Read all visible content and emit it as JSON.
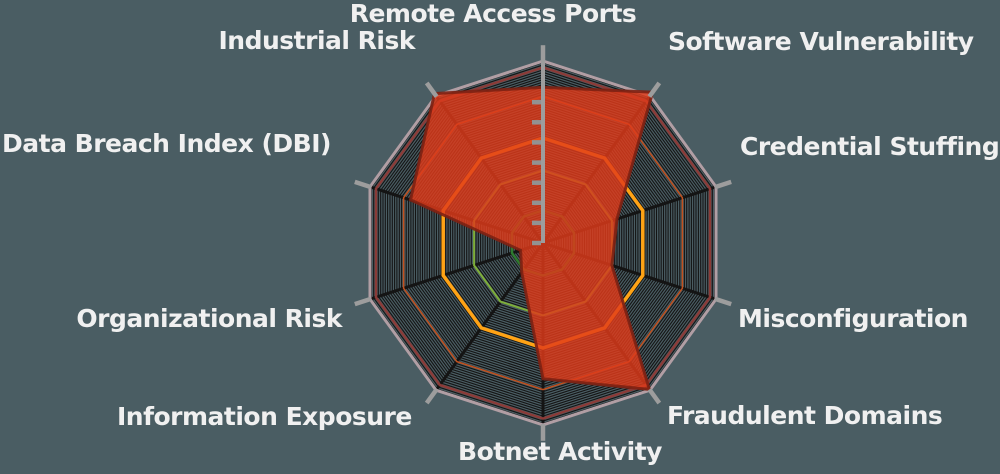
{
  "page": {
    "background_color": "#4A5D63",
    "label_color": "#F0F0F0"
  },
  "chart_data": {
    "type": "radar",
    "title": "",
    "categories": [
      "Remote Access Ports",
      "Software Vulnerability",
      "Credential Stuffing",
      "Misconfiguration",
      "Fraudulent Domains",
      "Botnet Activity",
      "Information Exposure",
      "Organizational Risk",
      "Data Breach Index (DBI)",
      "Industrial Risk"
    ],
    "values": [
      86,
      103,
      43,
      40,
      100,
      75,
      20,
      13,
      77,
      102
    ],
    "ylim": [
      0,
      100
    ],
    "axis_start": "top",
    "direction": "clockwise",
    "series_color": "#E03A1A",
    "series_opacity": 0.82,
    "series_stroke": "#7D2113",
    "grid": {
      "inner": 0.025,
      "step": 0.0135,
      "color": "#141414",
      "line_width": 1.1,
      "spoke_color": "#141414",
      "spoke_width": 3
    },
    "reference_rings": [
      {
        "name": "outer-maroon-ring",
        "level": 97,
        "color": "#8A3B38",
        "width": 2.5
      },
      {
        "name": "red-orange-ring",
        "level": 81,
        "color": "#C2511F",
        "width": 1.5
      },
      {
        "name": "amber-ring",
        "level": 58,
        "color": "#FFA315",
        "width": 3.5
      },
      {
        "name": "light-green-ring",
        "level": 40,
        "color": "#7EAE3B",
        "width": 2
      },
      {
        "name": "dark-green-ring",
        "level": 18,
        "color": "#2E7A30",
        "width": 2.5
      }
    ],
    "frame_color": "#B19EA4",
    "axis_line_color": "#9D9D9D",
    "tick_color": "#929292",
    "tick_count": 8,
    "legend": "none"
  }
}
